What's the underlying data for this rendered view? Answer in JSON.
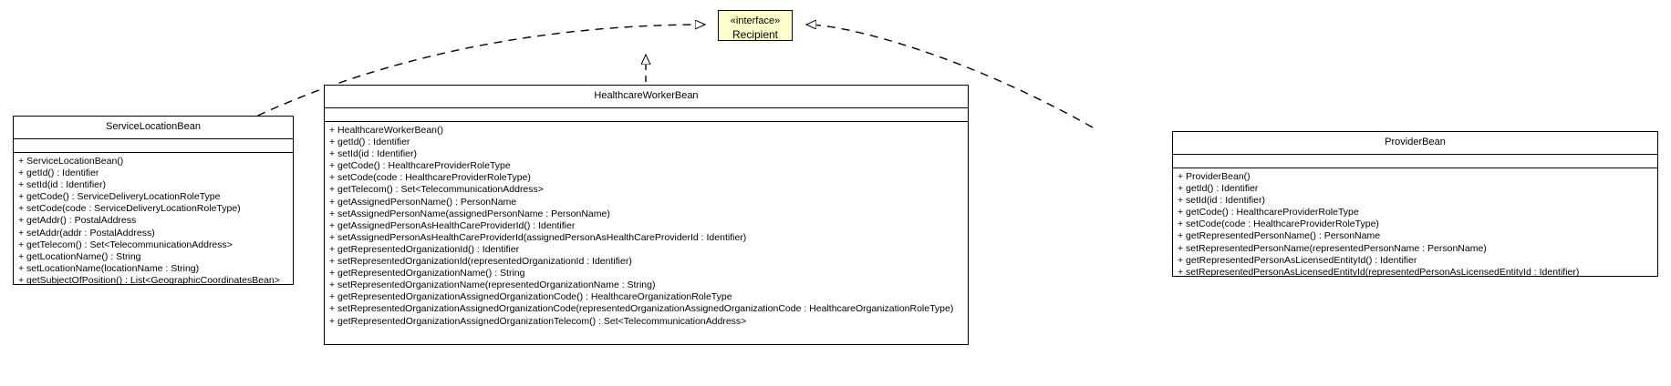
{
  "diagram": {
    "kind": "uml-class-diagram",
    "background_color": "#ffffff",
    "line_color": "#000000",
    "interface_fill": "#ffffcc",
    "class_fill": "#ffffff"
  },
  "interface": {
    "stereotype": "«interface»",
    "name": "Recipient"
  },
  "classes": [
    {
      "id": "servicelocationbean",
      "name": "ServiceLocationBean",
      "attributes": [],
      "operations": [
        "+ ServiceLocationBean()",
        "+ getId() : Identifier",
        "+ setId(id : Identifier)",
        "+ getCode() : ServiceDeliveryLocationRoleType",
        "+ setCode(code : ServiceDeliveryLocationRoleType)",
        "+ getAddr() : PostalAddress",
        "+ setAddr(addr : PostalAddress)",
        "+ getTelecom() : Set<TelecommunicationAddress>",
        "+ getLocationName() : String",
        "+ setLocationName(locationName : String)",
        "+ getSubjectOfPosition() : List<GeographicCoordinatesBean>"
      ]
    },
    {
      "id": "healthcareworkerbean",
      "name": "HealthcareWorkerBean",
      "attributes": [],
      "operations": [
        "+ HealthcareWorkerBean()",
        "+ getId() : Identifier",
        "+ setId(id : Identifier)",
        "+ getCode() : HealthcareProviderRoleType",
        "+ setCode(code : HealthcareProviderRoleType)",
        "+ getTelecom() : Set<TelecommunicationAddress>",
        "+ getAssignedPersonName() : PersonName",
        "+ setAssignedPersonName(assignedPersonName : PersonName)",
        "+ getAssignedPersonAsHealthCareProviderId() : Identifier",
        "+ setAssignedPersonAsHealthCareProviderId(assignedPersonAsHealthCareProviderId : Identifier)",
        "+ getRepresentedOrganizationId() : Identifier",
        "+ setRepresentedOrganizationId(representedOrganizationId : Identifier)",
        "+ getRepresentedOrganizationName() : String",
        "+ setRepresentedOrganizationName(representedOrganizationName : String)",
        "+ getRepresentedOrganizationAssignedOrganizationCode() : HealthcareOrganizationRoleType",
        "+ setRepresentedOrganizationAssignedOrganizationCode(representedOrganizationAssignedOrganizationCode : HealthcareOrganizationRoleType)",
        "+ getRepresentedOrganizationAssignedOrganizationTelecom() : Set<TelecommunicationAddress>"
      ]
    },
    {
      "id": "providerbean",
      "name": "ProviderBean",
      "attributes": [],
      "operations": [
        "+ ProviderBean()",
        "+ getId() : Identifier",
        "+ setId(id : Identifier)",
        "+ getCode() : HealthcareProviderRoleType",
        "+ setCode(code : HealthcareProviderRoleType)",
        "+ getRepresentedPersonName() : PersonName",
        "+ setRepresentedPersonName(representedPersonName : PersonName)",
        "+ getRepresentedPersonAsLicensedEntityId() : Identifier",
        "+ setRepresentedPersonAsLicensedEntityId(representedPersonAsLicensedEntityId : Identifier)"
      ]
    }
  ],
  "relationships": [
    {
      "type": "realization",
      "from": "ServiceLocationBean",
      "to": "Recipient",
      "line_style": "dashed",
      "arrow_head": "hollow-triangle"
    },
    {
      "type": "realization",
      "from": "HealthcareWorkerBean",
      "to": "Recipient",
      "line_style": "dashed",
      "arrow_head": "hollow-triangle"
    },
    {
      "type": "realization",
      "from": "ProviderBean",
      "to": "Recipient",
      "line_style": "dashed",
      "arrow_head": "hollow-triangle"
    }
  ]
}
